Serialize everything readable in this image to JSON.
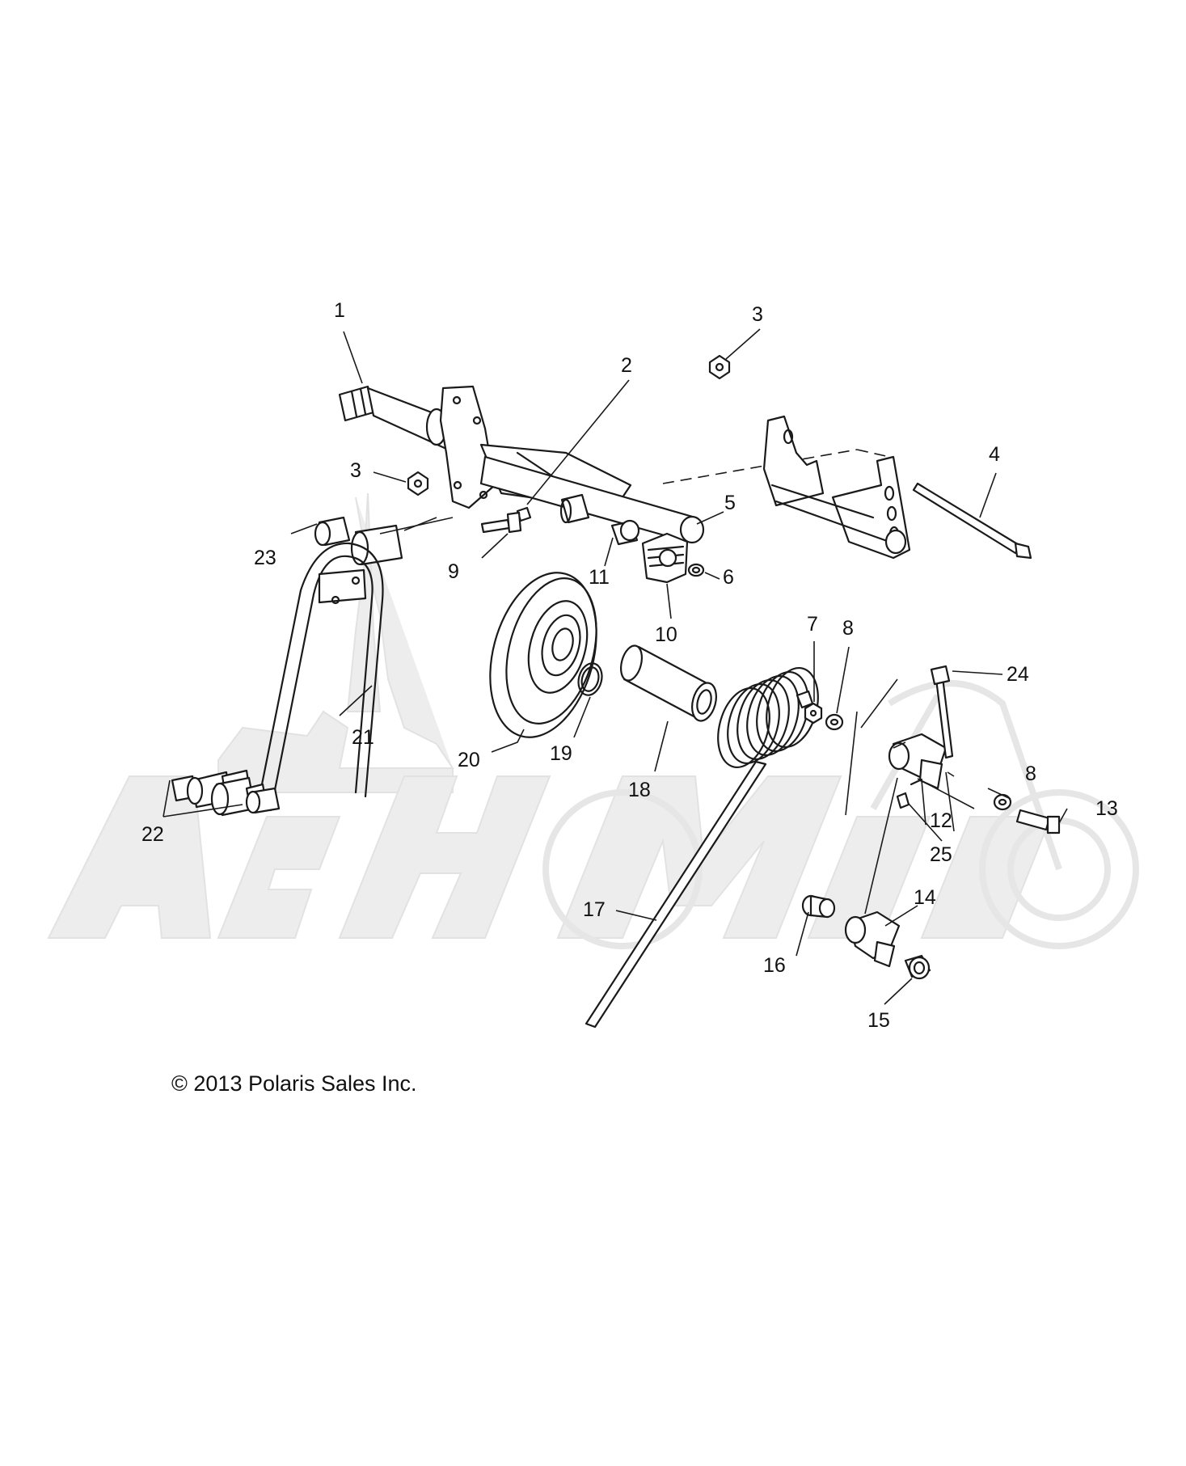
{
  "diagram": {
    "callouts": [
      {
        "id": "1",
        "label": "1"
      },
      {
        "id": "2",
        "label": "2"
      },
      {
        "id": "3a",
        "label": "3"
      },
      {
        "id": "3b",
        "label": "3"
      },
      {
        "id": "4",
        "label": "4"
      },
      {
        "id": "5",
        "label": "5"
      },
      {
        "id": "6",
        "label": "6"
      },
      {
        "id": "7",
        "label": "7"
      },
      {
        "id": "8a",
        "label": "8"
      },
      {
        "id": "8b",
        "label": "8"
      },
      {
        "id": "9",
        "label": "9"
      },
      {
        "id": "10",
        "label": "10"
      },
      {
        "id": "11",
        "label": "11"
      },
      {
        "id": "12",
        "label": "12"
      },
      {
        "id": "13",
        "label": "13"
      },
      {
        "id": "14",
        "label": "14"
      },
      {
        "id": "15",
        "label": "15"
      },
      {
        "id": "16",
        "label": "16"
      },
      {
        "id": "17",
        "label": "17"
      },
      {
        "id": "18",
        "label": "18"
      },
      {
        "id": "19",
        "label": "19"
      },
      {
        "id": "20",
        "label": "20"
      },
      {
        "id": "21",
        "label": "21"
      },
      {
        "id": "22",
        "label": "22"
      },
      {
        "id": "23",
        "label": "23"
      },
      {
        "id": "24",
        "label": "24"
      },
      {
        "id": "25",
        "label": "25"
      }
    ],
    "copyright": "© 2013 Polaris Sales Inc.",
    "watermark_text": "AehMoto",
    "colors": {
      "line": "#1a1a1a",
      "watermark": "#ededed",
      "background": "#ffffff"
    }
  }
}
